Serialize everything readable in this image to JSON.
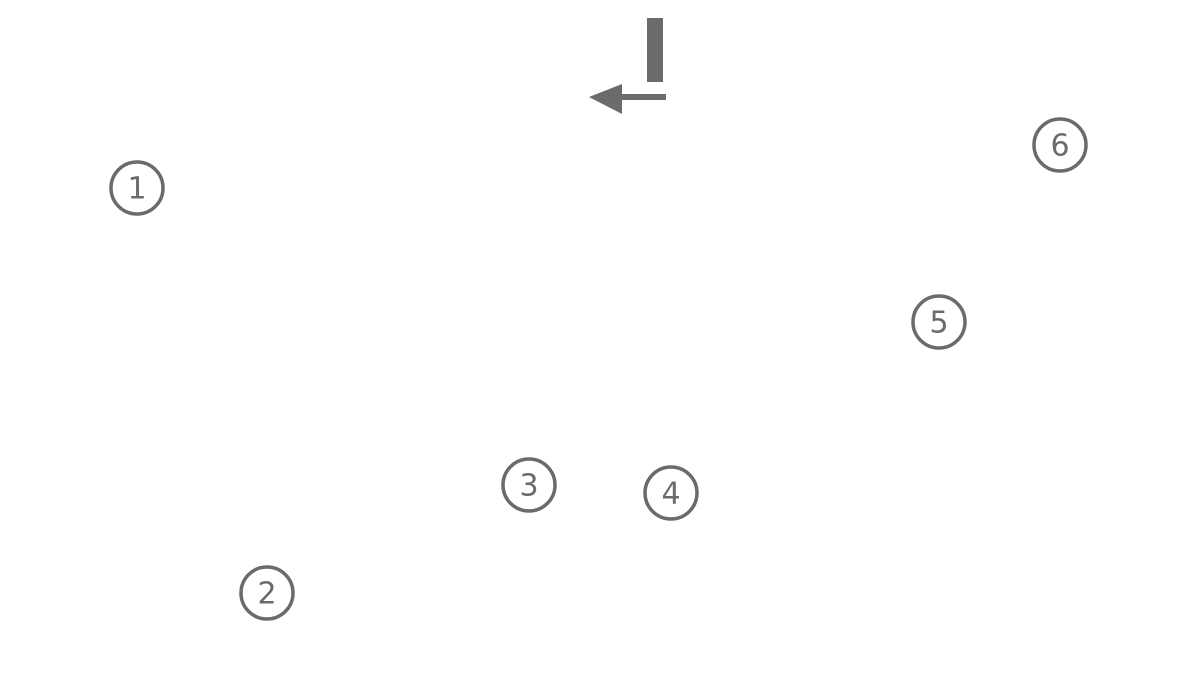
{
  "diagram": {
    "ink_color": "#6b6b6b",
    "background_color": "#ffffff",
    "arrow_icon": "return-left-arrow-icon",
    "markers": [
      {
        "id": "marker-1",
        "label": "1"
      },
      {
        "id": "marker-2",
        "label": "2"
      },
      {
        "id": "marker-3",
        "label": "3"
      },
      {
        "id": "marker-4",
        "label": "4"
      },
      {
        "id": "marker-5",
        "label": "5"
      },
      {
        "id": "marker-6",
        "label": "6"
      }
    ]
  }
}
